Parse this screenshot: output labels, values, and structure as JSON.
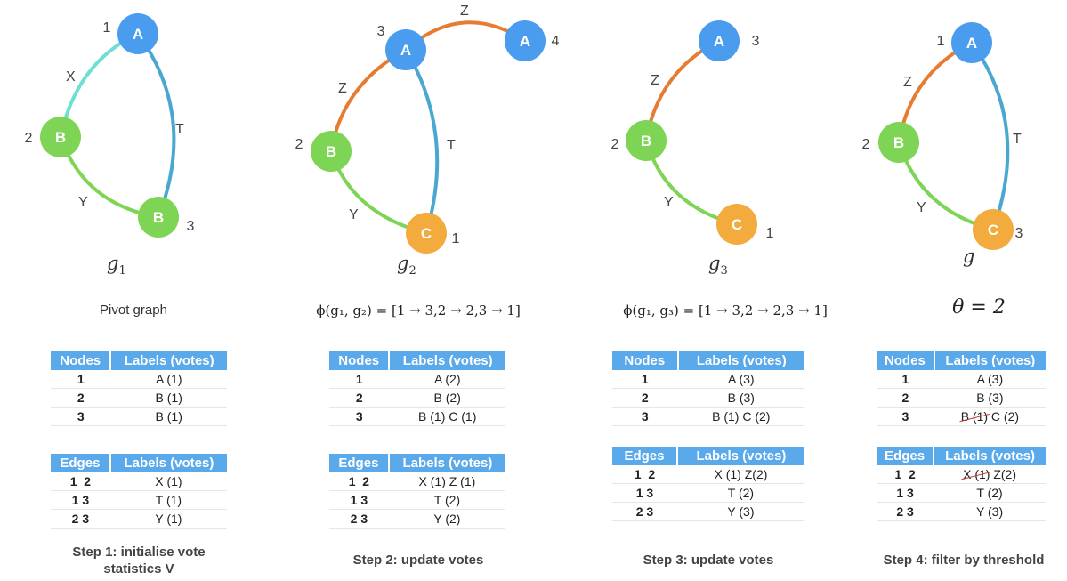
{
  "colors": {
    "blue": "#4a9cee",
    "green": "#7ed454",
    "orange": "#f2ab3c",
    "edge_x": "#6ee0d3",
    "edge_t": "#4aa8d0",
    "edge_y": "#7ed454",
    "edge_z": "#e67c32"
  },
  "panels": [
    {
      "graph_name": "g",
      "graph_sub": "1",
      "nodes": [
        {
          "id": "1",
          "label": "A"
        },
        {
          "id": "2",
          "label": "B"
        },
        {
          "id": "3",
          "label": "B"
        }
      ],
      "edges": [
        {
          "label": "X"
        },
        {
          "label": "T"
        },
        {
          "label": "Y"
        }
      ],
      "subtitle": "Pivot graph",
      "nodes_table": {
        "h1": "Nodes",
        "h2": "Labels (votes)",
        "rows": [
          {
            "k": "1",
            "v": "A (1)"
          },
          {
            "k": "2",
            "v": "B (1)"
          },
          {
            "k": "3",
            "v": "B (1)"
          }
        ]
      },
      "edges_table": {
        "h1": "Edges",
        "h2": "Labels (votes)",
        "rows": [
          {
            "k": "1  2",
            "v": "X (1)"
          },
          {
            "k": "1 3",
            "v": "T (1)"
          },
          {
            "k": "2 3",
            "v": "Y (1)"
          }
        ]
      },
      "step": "Step 1: initialise vote statistics V"
    },
    {
      "graph_name": "g",
      "graph_sub": "2",
      "nodes": [
        {
          "id": "3",
          "label": "A"
        },
        {
          "id": "4",
          "label": "A"
        },
        {
          "id": "2",
          "label": "B"
        },
        {
          "id": "1",
          "label": "C"
        }
      ],
      "edges": [
        {
          "label": "Z"
        },
        {
          "label": "Z"
        },
        {
          "label": "T"
        },
        {
          "label": "Y"
        }
      ],
      "subtitle": "ϕ(g₁, g₂) = [1 → 3,2 → 2,3 → 1]",
      "nodes_table": {
        "h1": "Nodes",
        "h2": "Labels (votes)",
        "rows": [
          {
            "k": "1",
            "v": "A (2)"
          },
          {
            "k": "2",
            "v": "B (2)"
          },
          {
            "k": "3",
            "v": "B (1) C (1)"
          }
        ]
      },
      "edges_table": {
        "h1": "Edges",
        "h2": "Labels (votes)",
        "rows": [
          {
            "k": "1  2",
            "v": "X (1) Z (1)"
          },
          {
            "k": "1 3",
            "v": "T (2)"
          },
          {
            "k": "2 3",
            "v": "Y (2)"
          }
        ]
      },
      "step": "Step 2: update votes"
    },
    {
      "graph_name": "g",
      "graph_sub": "3",
      "nodes": [
        {
          "id": "3",
          "label": "A"
        },
        {
          "id": "2",
          "label": "B"
        },
        {
          "id": "1",
          "label": "C"
        }
      ],
      "edges": [
        {
          "label": "Z"
        },
        {
          "label": "Y"
        }
      ],
      "subtitle": "ϕ(g₁, g₃) = [1 → 3,2 → 2,3 → 1]",
      "nodes_table": {
        "h1": "Nodes",
        "h2": "Labels (votes)",
        "rows": [
          {
            "k": "1",
            "v": "A (3)"
          },
          {
            "k": "2",
            "v": "B (3)"
          },
          {
            "k": "3",
            "v": "B (1) C (2)"
          }
        ]
      },
      "edges_table": {
        "h1": "Edges",
        "h2": "Labels (votes)",
        "rows": [
          {
            "k": "1  2",
            "v": "X (1) Z(2)"
          },
          {
            "k": "1 3",
            "v": "T (2)"
          },
          {
            "k": "2 3",
            "v": "Y (3)"
          }
        ]
      },
      "step": "Step 3: update votes"
    },
    {
      "graph_name": "g",
      "graph_sub": "",
      "nodes": [
        {
          "id": "1",
          "label": "A"
        },
        {
          "id": "2",
          "label": "B"
        },
        {
          "id": "3",
          "label": "C"
        }
      ],
      "edges": [
        {
          "label": "Z"
        },
        {
          "label": "T"
        },
        {
          "label": "Y"
        }
      ],
      "subtitle": "θ = 2",
      "nodes_table": {
        "h1": "Nodes",
        "h2": "Labels (votes)",
        "rows": [
          {
            "k": "1",
            "v": "A (3)"
          },
          {
            "k": "2",
            "v": "B (3)"
          },
          {
            "k": "3",
            "v_struck": "B (1)",
            "v_rest": " C (2)"
          }
        ]
      },
      "edges_table": {
        "h1": "Edges",
        "h2": "Labels (votes)",
        "rows": [
          {
            "k": "1  2",
            "v_struck": "X (1)",
            "v_rest": " Z(2)"
          },
          {
            "k": "1 3",
            "v": "T (2)"
          },
          {
            "k": "2 3",
            "v": "Y (3)"
          }
        ]
      },
      "step": "Step 4: filter by threshold"
    }
  ]
}
